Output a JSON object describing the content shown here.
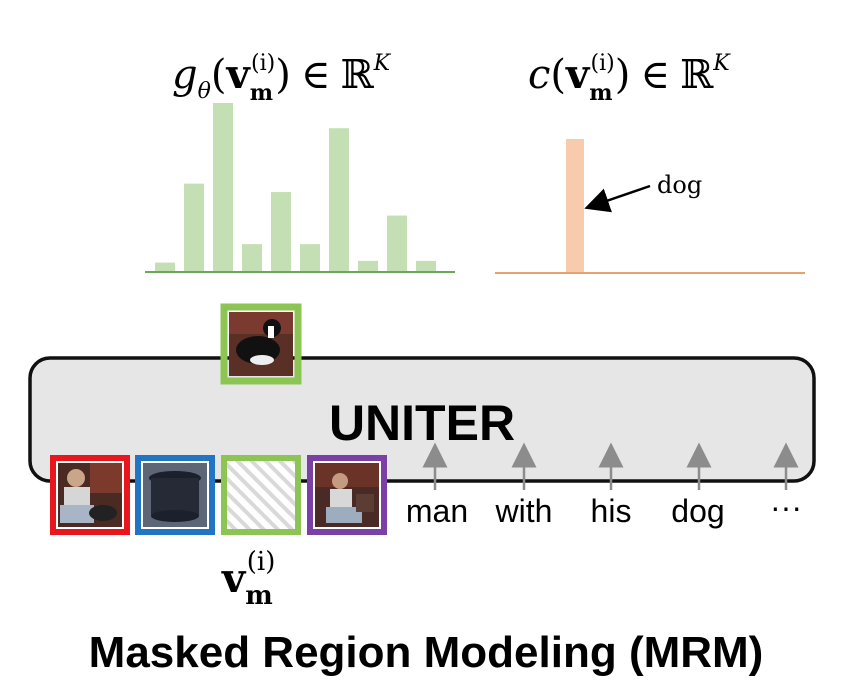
{
  "formula_g": {
    "fn": "g",
    "sub": "θ",
    "vec": "v",
    "vec_sub": "m",
    "sup": "(i)",
    "member": "∈",
    "space": "ℝ",
    "space_sup": "K"
  },
  "formula_c": {
    "fn": "c",
    "vec": "v",
    "vec_sub": "m",
    "sup": "(i)",
    "member": "∈",
    "space": "ℝ",
    "space_sup": "K"
  },
  "colors": {
    "green_bar": "#c5dfb4",
    "green_axis": "#6ea65a",
    "orange_bar": "#f7cbab",
    "orange_axis": "#ea9f6e",
    "box_fill": "#e6e6e6",
    "red": "#e8161d",
    "blue": "#2275c4",
    "green": "#8cc554",
    "purple": "#7b40a5",
    "arrow_gray": "#8c8c8c"
  },
  "chart_data": [
    {
      "type": "bar",
      "values": [
        0.05,
        0.52,
        1.0,
        0.16,
        0.47,
        0.16,
        0.85,
        0.06,
        0.33,
        0.06
      ]
    },
    {
      "type": "bar",
      "values": [
        1.0
      ],
      "annotations": [
        "dog"
      ]
    }
  ],
  "model_label": "UNITER",
  "regions": [
    {
      "color": "red",
      "icon": "person-with-dog-photo"
    },
    {
      "color": "blue",
      "icon": "dark-object-photo"
    },
    {
      "color": "green",
      "icon": "masked-region-hatch"
    },
    {
      "color": "purple",
      "icon": "person-on-couch-photo"
    }
  ],
  "masked_region_icon": "dog-photo",
  "tokens": [
    "man",
    "with",
    "his",
    "dog",
    "···"
  ],
  "masked_label": {
    "vec": "v",
    "vec_sub": "m",
    "sup": "(i)"
  },
  "caption": "Masked Region Modeling (MRM)"
}
